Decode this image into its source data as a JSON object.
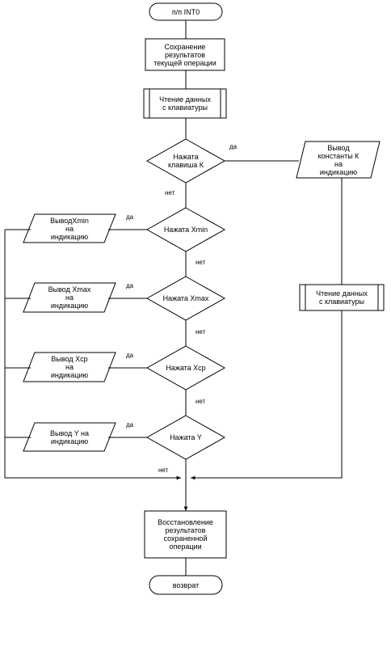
{
  "nodes": {
    "start": "п/п INT0",
    "save": "Сохранение\nрезультатов\nтекущей операции",
    "read_keys_1": "Чтение данных\nс клавиатуры",
    "dec_k": "Нажата\nклавиша К",
    "out_k": "Вывод\nконстанты К\nна\nиндикацию",
    "read_keys_2": "Чтение данных\nс клавиатуры",
    "dec_xmin": "Нажата Xmin",
    "out_xmin": "ВыводXmin\nна\nиндикацию",
    "dec_xmax": "Нажата Xmax",
    "out_xmax": "Вывод Xmax\nна\nиндикацию",
    "dec_xcp": "Нажата Xср",
    "out_xcp": "Вывод Xср\nна\nиндикацию",
    "dec_y": "Нажата Y",
    "out_y": "Вывод Y на\nиндикацию",
    "restore": "Восстановление\nрезультатов\nсохраненной\nоперации",
    "end": "возврат"
  },
  "edge_labels": {
    "k_yes": "да",
    "k_no": "нет",
    "xmin_yes": "да",
    "xmin_no": "нет",
    "xmax_yes": "да",
    "xmax_no": "нет",
    "xcp_yes": "да",
    "xcp_no": "нет",
    "y_yes": "да",
    "y_no": "нет"
  }
}
